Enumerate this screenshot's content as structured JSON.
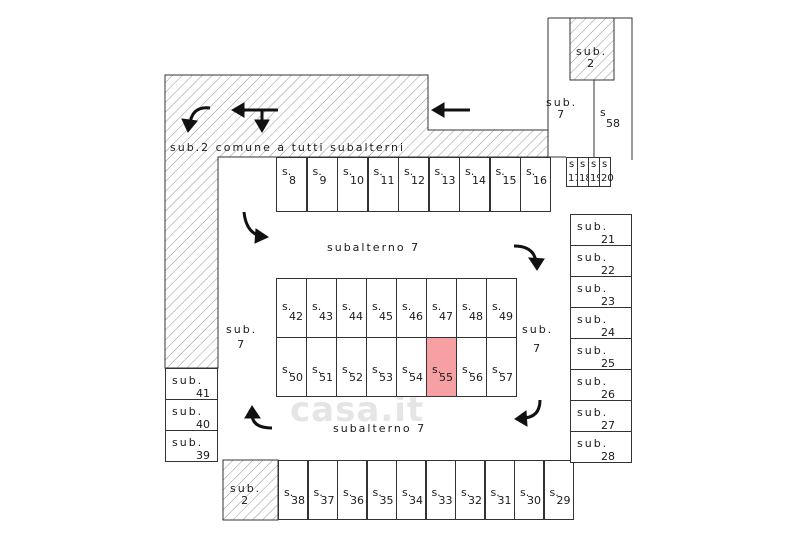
{
  "plan": {
    "common_area_label": "sub.2 comune a tutti subalterni",
    "corridor_label_top": "subalterno 7",
    "corridor_label_bottom": "subalterno 7",
    "corridor_left": {
      "l1": "sub.",
      "l2": "7"
    },
    "corridor_right": {
      "l1": "sub.",
      "l2": "7"
    },
    "corridor_top_right": {
      "l1": "sub.",
      "l2": "7"
    },
    "sub2_top_right": {
      "l1": "sub.",
      "l2": "2"
    },
    "sub2_bottom_left": {
      "l1": "sub.",
      "l2": "2"
    },
    "s58": {
      "l1": "s",
      "l2": "58"
    },
    "watermark": "casa.it"
  },
  "spaces": {
    "top_row": [
      "8",
      "9",
      "10",
      "11",
      "12",
      "13",
      "14",
      "15",
      "16"
    ],
    "mid_row": [
      "42",
      "43",
      "44",
      "45",
      "46",
      "47",
      "48",
      "49"
    ],
    "low_row": [
      "50",
      "51",
      "52",
      "53",
      "54",
      "55",
      "56",
      "57"
    ],
    "bottom_row": [
      "38",
      "37",
      "36",
      "35",
      "34",
      "33",
      "32",
      "31",
      "30",
      "29"
    ],
    "right_narrow": [
      "17",
      "18",
      "19",
      "20"
    ],
    "right_column": [
      "21",
      "22",
      "23",
      "24",
      "25",
      "26",
      "27",
      "28"
    ],
    "left_column": [
      "41",
      "40",
      "39"
    ],
    "prefix": "s.",
    "sub_prefix": "sub.",
    "highlighted": "55",
    "highlight_color": "#f6a0a4"
  }
}
